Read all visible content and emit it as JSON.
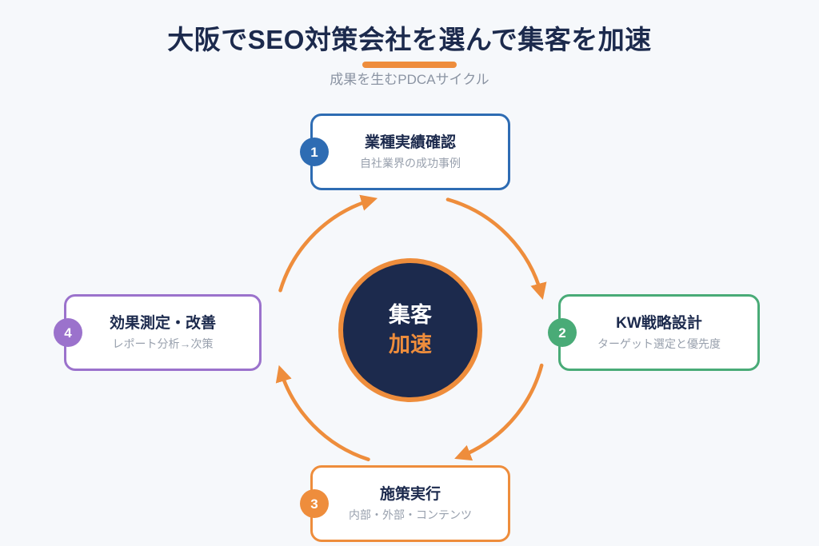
{
  "page": {
    "title": "大阪でSEO対策会社を選んで集客を加速",
    "subtitle": "成果を生むPDCAサイクル"
  },
  "center": {
    "line1": "集客",
    "line2": "加速"
  },
  "steps": [
    {
      "number": "1",
      "title": "業種実績確認",
      "description": "自社業界の成功事例",
      "color": "#2e6cb3"
    },
    {
      "number": "2",
      "title": "KW戦略設計",
      "description": "ターゲット選定と優先度",
      "color": "#49ab77"
    },
    {
      "number": "3",
      "title": "施策実行",
      "description": "内部・外部・コンテンツ",
      "color": "#ee8d3c"
    },
    {
      "number": "4",
      "title": "効果測定・改善",
      "description": "レポート分析→次策",
      "color": "#9b72cc"
    }
  ],
  "colors": {
    "background": "#f6f8fb",
    "card_background": "#ffffff",
    "navy": "#1c2a4d",
    "accent_orange": "#ee8d3c",
    "step1_blue": "#2e6cb3",
    "step2_green": "#49ab77",
    "step3_orange": "#ee8d3c",
    "step4_purple": "#9b72cc",
    "muted_text": "#98a0ad"
  }
}
